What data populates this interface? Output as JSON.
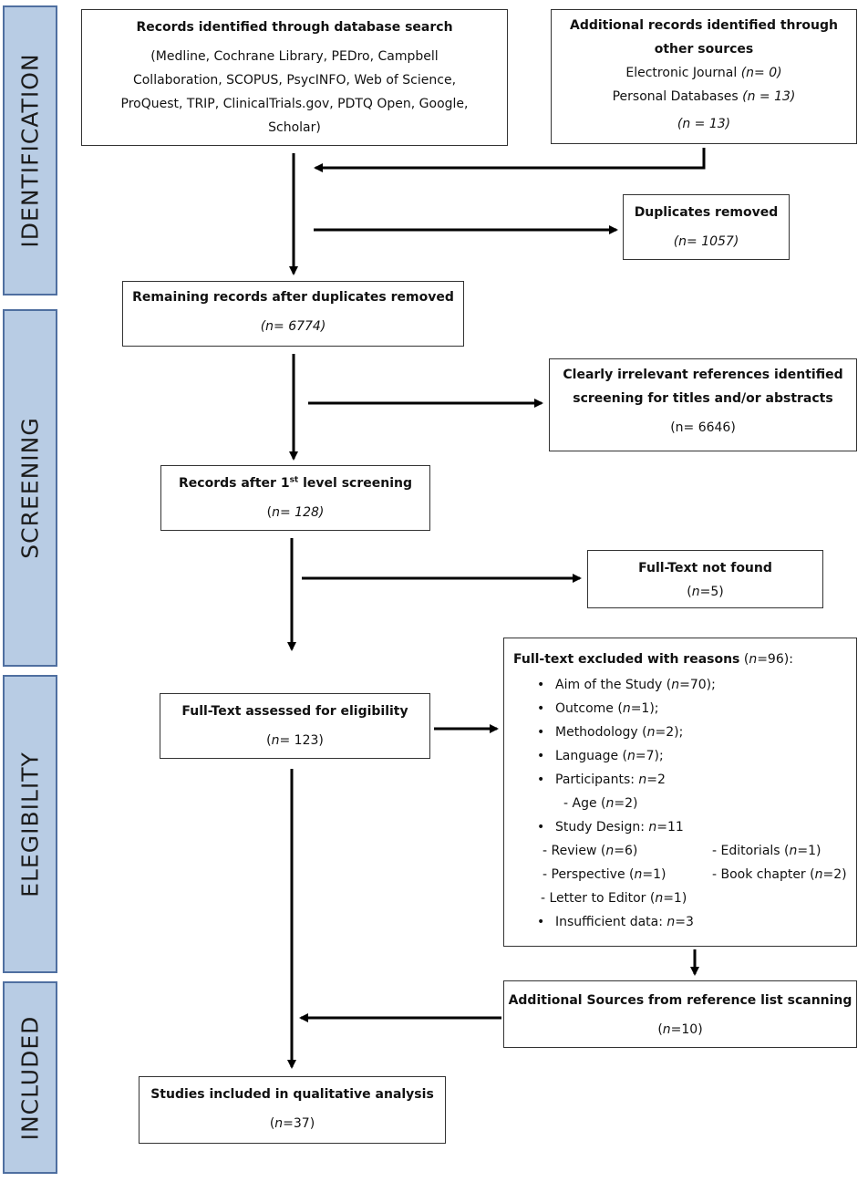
{
  "phases": {
    "identification": "IDENTIFICATION",
    "screening": "SCREENING",
    "eligibility": "ELEGIBILITY",
    "included": "INCLUDED"
  },
  "db_search": {
    "title": "Records identified through database search",
    "lines": [
      "(Medline, Cochrane Library, PEDro, Campbell",
      "Collaboration, SCOPUS, PsycINFO, Web of Science,",
      "ProQuest, TRIP, ClinicalTrials.gov, PDTQ Open, Google,",
      "Scholar)"
    ]
  },
  "other_sources": {
    "title_1": "Additional records identified through",
    "title_2": "other sources",
    "line1_text": "Electronic Journal ",
    "line1_n": "(n= 0)",
    "line2_text": "Personal Databases ",
    "line2_n": "(n = 13)",
    "total": "(n = 13)"
  },
  "duplicates": {
    "title": "Duplicates removed",
    "n": "(n= 1057)"
  },
  "remaining": {
    "title": "Remaining records after duplicates removed",
    "n": "(n= 6774)"
  },
  "irrelevant": {
    "title_1": "Clearly irrelevant references identified",
    "title_2": "screening for titles and/or abstracts",
    "n": "(n= 6646)"
  },
  "first_level": {
    "title_a": "Records after 1",
    "title_sup": "st",
    "title_b": " level screening",
    "open": "(",
    "n_var": "n",
    "n_val": "= 128)"
  },
  "not_found": {
    "title": "Full-Text not found",
    "open": "(",
    "n_var": "n",
    "n_val": "=5)"
  },
  "assessed": {
    "title": "Full-Text assessed for eligibility",
    "open": "(",
    "n_var": "n",
    "n_val": "= 123)"
  },
  "excluded": {
    "title": "Full-text excluded with reasons",
    "title_n_open": " (",
    "title_n_var": "n",
    "title_n_val": "=96):",
    "items": {
      "aim": {
        "a": "Aim of the Study (",
        "n": "n",
        "b": "=70);"
      },
      "outcome": {
        "a": "Outcome (",
        "n": "n",
        "b": "=1);"
      },
      "methodology": {
        "a": "Methodology (",
        "n": "n",
        "b": "=2);"
      },
      "language": {
        "a": "Language (",
        "n": "n",
        "b": "=7);"
      },
      "participants": {
        "a": "Participants: ",
        "n": "n",
        "b": "=2"
      },
      "age": {
        "a": "-  Age (",
        "n": "n",
        "b": "=2)"
      },
      "design": {
        "a": "Study Design: ",
        "n": "n",
        "b": "=11"
      },
      "review": {
        "a": "-  Review (",
        "n": "n",
        "b": "=6)"
      },
      "editorials": {
        "a": "- Editorials (",
        "n": "n",
        "b": "=1)"
      },
      "perspective": {
        "a": "-  Perspective (",
        "n": "n",
        "b": "=1)"
      },
      "book": {
        "a": "- Book chapter (",
        "n": "n",
        "b": "=2)"
      },
      "letter": {
        "a": "- Letter to Editor (",
        "n": "n",
        "b": "=1)"
      },
      "insufficient": {
        "a": "Insufficient data: ",
        "n": "n",
        "b": "=3"
      }
    }
  },
  "additional": {
    "title": "Additional Sources from reference list scanning",
    "open": "(",
    "n_var": "n",
    "n_val": "=10)"
  },
  "included_box": {
    "title": "Studies included in qualitative analysis",
    "open": "(",
    "n_var": "n",
    "n_val": "=37)"
  },
  "colors": {
    "phase_fill": "#b8cce4",
    "phase_border": "#4f6fa0",
    "line": "#000000"
  }
}
